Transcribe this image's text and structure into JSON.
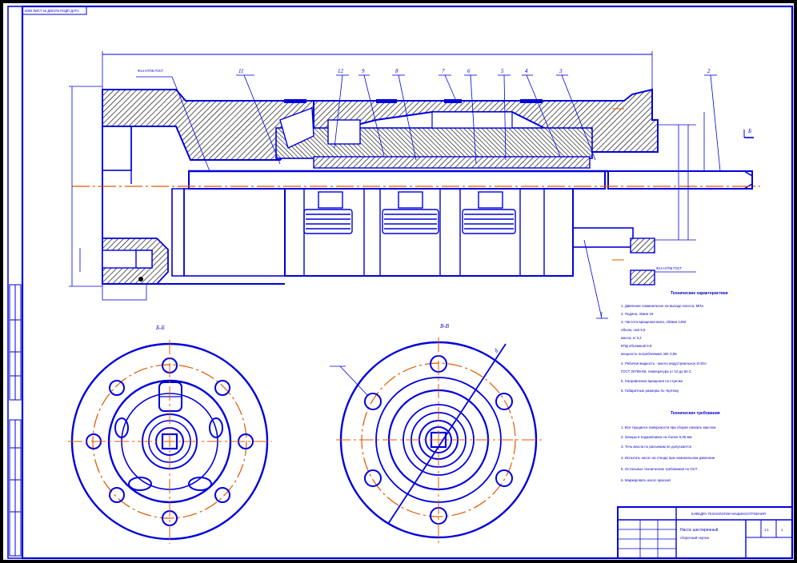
{
  "drawing": {
    "callouts": [
      "11",
      "12",
      "9",
      "8",
      "7",
      "6",
      "5",
      "4",
      "3",
      "2",
      "1"
    ],
    "section_labels": [
      "Б-Б",
      "В-В"
    ],
    "section_marker": "Б",
    "fit_top": "Ф14 H7/h6 ГОСТ",
    "fit_bottom": "Ф14 H7/h6 ГОСТ",
    "corner_stamp": "ИЗМ ЛИСТ № ДОКУМ ПОДП ДАТА",
    "title_block_caption": "КАФЕДРА ТЕХНОЛОГИИ МАШИНОСТРОЕНИЯ",
    "title_block_name": "Насос шестеренный",
    "title_block_sub": "сборочный чертеж",
    "title_block_scale": "1:1",
    "title_block_sheet": "1"
  },
  "notes": {
    "spec_title": "Технические характеристики",
    "spec_lines": [
      "1. Давление номинальное на выходе насоса, МПа",
      "2. Подача, л/мин                                    16",
      "3. Частота вращения вала, об/мин                  1450",
      "   объем, см3                                      5,5",
      "   масса, кг                                       3,2",
      "   КПД объемный                                    0,9",
      "   мощность потребляемая, кВт                      0,95"
    ],
    "extra_lines": [
      "4. Рабочая жидкость - масло индустриальное И-20А",
      "   ГОСТ 20799-88, температура от 10 до 60 С",
      "5. Направление вращения по стрелке",
      "6. Габаритные размеры                          по чертежу"
    ],
    "req_title": "Технические требования",
    "req_lines": [
      "1. Все трущиеся поверхности при сборке смазать маслом",
      "2. Зазоры в подшипниках не более 0,05 мм",
      "3. Течь масла по разъемам не допускается",
      "4. Испытать насос на стенде при номинальном давлении",
      "5. Остальные технические требования по ОСТ",
      "6. Маркировать насос краской"
    ]
  }
}
